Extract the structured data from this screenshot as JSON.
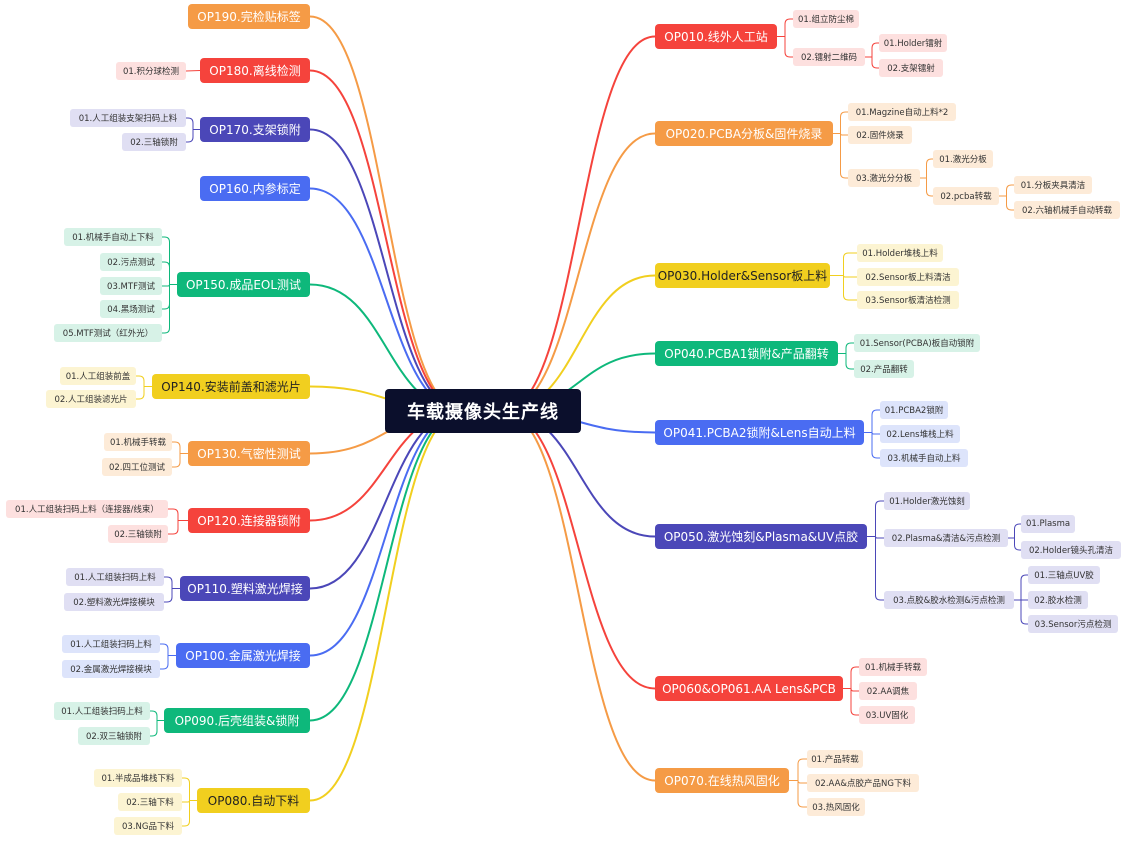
{
  "colors": {
    "red": "#f5433c",
    "orange": "#f59b46",
    "yellow": "#f1cf1f",
    "green": "#0eb87b",
    "blue": "#4a6cf2",
    "indigo": "#4b47b8",
    "root": "#0b0f2c"
  },
  "root": "车载摄像头生产线",
  "right": [
    {
      "label": "OP010.线外人工站",
      "color": "red",
      "children": [
        {
          "label": "01.组立防尘棉"
        },
        {
          "label": "02.镭射二维码",
          "children": [
            {
              "label": "01.Holder镭射"
            },
            {
              "label": "02.支架镭射"
            }
          ]
        }
      ]
    },
    {
      "label": "OP020.PCBA分板&固件烧录",
      "color": "orange",
      "children": [
        {
          "label": "01.Magzine自动上料*2"
        },
        {
          "label": "02.固件烧录"
        },
        {
          "label": "03.激光分分板",
          "children": [
            {
              "label": "01.激光分板"
            },
            {
              "label": "02.pcba转载",
              "children": [
                {
                  "label": "01.分板夹具清洁"
                },
                {
                  "label": "02.六轴机械手自动转载"
                }
              ]
            }
          ]
        }
      ]
    },
    {
      "label": "OP030.Holder&Sensor板上料",
      "color": "yellow",
      "children": [
        {
          "label": "01.Holder堆栈上料"
        },
        {
          "label": "02.Sensor板上料清洁"
        },
        {
          "label": "03.Sensor板清洁检测"
        }
      ]
    },
    {
      "label": "OP040.PCBA1锁附&产品翻转",
      "color": "green",
      "children": [
        {
          "label": "01.Sensor(PCBA)板自动锁附"
        },
        {
          "label": "02.产品翻转"
        }
      ]
    },
    {
      "label": "OP041.PCBA2锁附&Lens自动上料",
      "color": "blue",
      "children": [
        {
          "label": "01.PCBA2锁附"
        },
        {
          "label": "02.Lens堆栈上料"
        },
        {
          "label": "03.机械手自动上料"
        }
      ]
    },
    {
      "label": "OP050.激光蚀刻&Plasma&UV点胶",
      "color": "indigo",
      "children": [
        {
          "label": "01.Holder激光蚀刻"
        },
        {
          "label": "02.Plasma&清洁&污点检测",
          "children": [
            {
              "label": "01.Plasma"
            },
            {
              "label": "02.Holder镜头孔清洁"
            }
          ]
        },
        {
          "label": "03.点胶&胶水检测&污点检测",
          "children": [
            {
              "label": "01.三轴点UV胶"
            },
            {
              "label": "02.胶水检测"
            },
            {
              "label": "03.Sensor污点检测"
            }
          ]
        }
      ]
    },
    {
      "label": "OP060&OP061.AA Lens&PCB",
      "color": "red",
      "children": [
        {
          "label": "01.机械手转载"
        },
        {
          "label": "02.AA调焦"
        },
        {
          "label": "03.UV固化"
        }
      ]
    },
    {
      "label": "OP070.在线热风固化",
      "color": "orange",
      "children": [
        {
          "label": "01.产品转载"
        },
        {
          "label": "02.AA&点胶产品NG下料"
        },
        {
          "label": "03.热风固化"
        }
      ]
    }
  ],
  "left": [
    {
      "label": "OP190.完检贴标签",
      "color": "orange",
      "children": []
    },
    {
      "label": "OP180.离线检测",
      "color": "red",
      "children": [
        {
          "label": "01.积分球检测"
        }
      ]
    },
    {
      "label": "OP170.支架锁附",
      "color": "indigo",
      "children": [
        {
          "label": "01.人工组装支架扫码上料"
        },
        {
          "label": "02.三轴锁附"
        }
      ]
    },
    {
      "label": "OP160.内参标定",
      "color": "blue",
      "children": []
    },
    {
      "label": "OP150.成品EOL测试",
      "color": "green",
      "children": [
        {
          "label": "01.机械手自动上下料"
        },
        {
          "label": "02.污点测试"
        },
        {
          "label": "03.MTF测试"
        },
        {
          "label": "04.黑场测试"
        },
        {
          "label": "05.MTF测试（红外光）"
        }
      ]
    },
    {
      "label": "OP140.安装前盖和滤光片",
      "color": "yellow",
      "children": [
        {
          "label": "01.人工组装前盖"
        },
        {
          "label": "02.人工组装滤光片"
        }
      ]
    },
    {
      "label": "OP130.气密性测试",
      "color": "orange",
      "children": [
        {
          "label": "01.机械手转载"
        },
        {
          "label": "02.四工位测试"
        }
      ]
    },
    {
      "label": "OP120.连接器锁附",
      "color": "red",
      "children": [
        {
          "label": "01.人工组装扫码上料（连接器/线束）"
        },
        {
          "label": "02.三轴锁附"
        }
      ]
    },
    {
      "label": "OP110.塑料激光焊接",
      "color": "indigo",
      "children": [
        {
          "label": "01.人工组装扫码上料"
        },
        {
          "label": "02.塑料激光焊接模块"
        }
      ]
    },
    {
      "label": "OP100.金属激光焊接",
      "color": "blue",
      "children": [
        {
          "label": "01.人工组装扫码上料"
        },
        {
          "label": "02.金属激光焊接模块"
        }
      ]
    },
    {
      "label": "OP090.后壳组装&锁附",
      "color": "green",
      "children": [
        {
          "label": "01.人工组装扫码上料"
        },
        {
          "label": "02.双三轴锁附"
        }
      ]
    },
    {
      "label": "OP080.自动下料",
      "color": "yellow",
      "children": [
        {
          "label": "01.半成品堆栈下料"
        },
        {
          "label": "02.三轴下料"
        },
        {
          "label": "03.NG品下料"
        }
      ]
    }
  ]
}
